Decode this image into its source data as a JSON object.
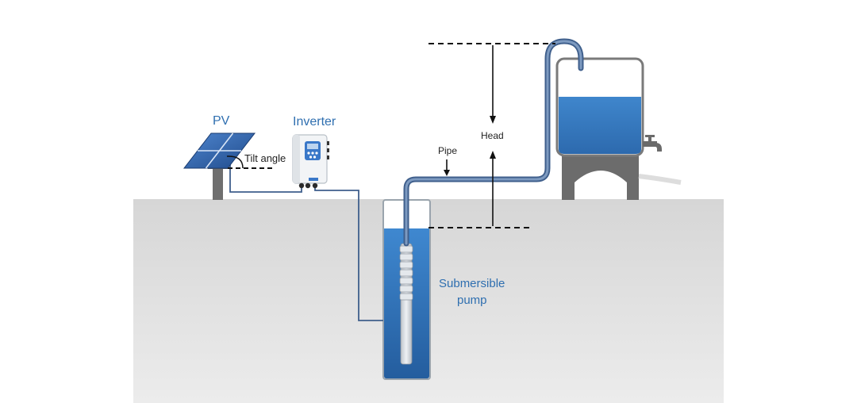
{
  "labels": {
    "pv": "PV",
    "inverter": "Inverter",
    "tilt_angle": "Tilt angle",
    "pipe": "Pipe",
    "head": "Head",
    "submersible_line1": "Submersible",
    "submersible_line2": "pump"
  },
  "colors": {
    "ground": "#d9d9d9",
    "water": "#3b7cc4",
    "pipe": "#4b6f9a",
    "cable": "#3f5f8c",
    "structure": "#6e6e6e",
    "panel": "#2f5fa8",
    "label_blue": "#2f6fb0",
    "label_dark": "#222222"
  },
  "icons": [
    "solar-panel-icon",
    "inverter-icon",
    "water-tank-icon",
    "faucet-icon",
    "submersible-pump-icon"
  ]
}
